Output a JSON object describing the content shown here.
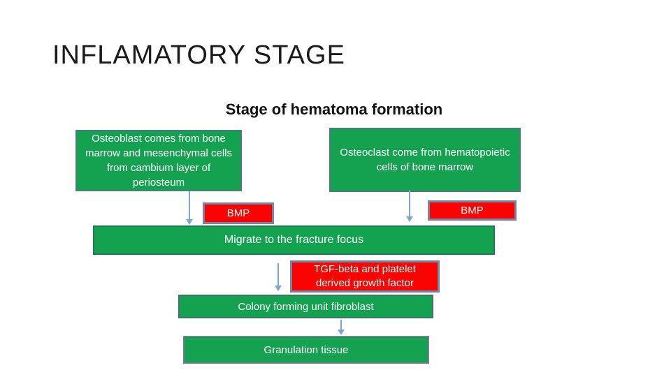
{
  "slide": {
    "title": "INFLAMATORY STAGE",
    "subtitle": "Stage of hematoma formation"
  },
  "flowchart": {
    "osteoblast_box": "Osteoblast comes from bone marrow and mesenchymal cells from cambium layer of periosteum",
    "osteoclast_box": "Osteoclast come from hematopoietic cells of bone marrow",
    "bmp_left": "BMP",
    "bmp_right": "BMP",
    "migrate_box": "Migrate to the fracture focus",
    "tgf_box": "TGF-beta and platelet derived growth factor",
    "colony_box": "Colony forming unit fibroblast",
    "granulation_box": "Granulation tissue"
  },
  "colors": {
    "green_box_fill": "#14a150",
    "red_box_fill": "#fb0300",
    "arrow_blue": "#7aa6d8",
    "top_green_box_border": "#4a7e7e",
    "migrate_box_border": "#1a7a4e",
    "red_box_border": "#7584a3",
    "colony_box_border": "#44706c",
    "granulation_box_border": "#75808f",
    "title_text": "#1a1a1a",
    "box_text": "#ffffff"
  }
}
